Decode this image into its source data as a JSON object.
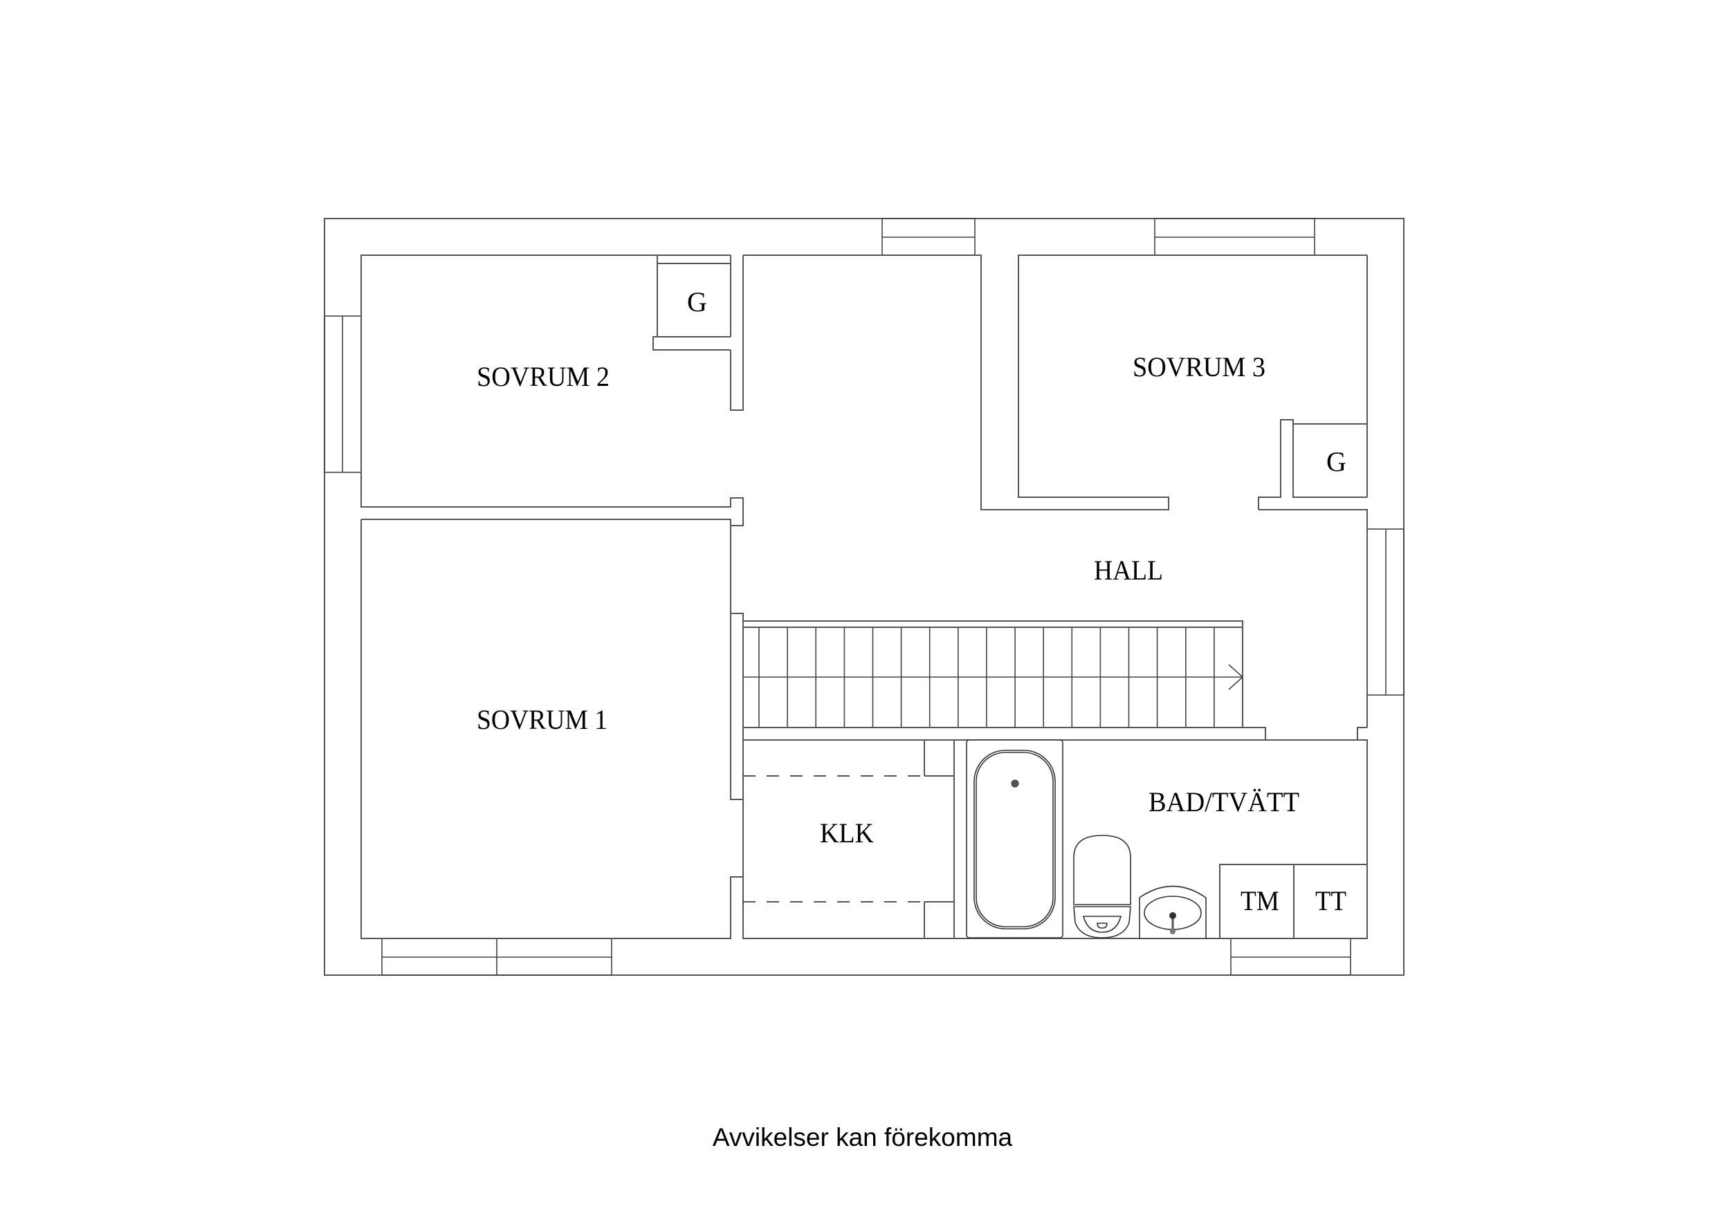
{
  "plan": {
    "rooms": [
      {
        "id": "sovrum2",
        "label": "SOVRUM 2"
      },
      {
        "id": "sovrum3",
        "label": "SOVRUM 3"
      },
      {
        "id": "sovrum1",
        "label": "SOVRUM 1"
      },
      {
        "id": "hall",
        "label": "HALL"
      },
      {
        "id": "klk",
        "label": "KLK"
      },
      {
        "id": "bad",
        "label": "BAD/TVÄTT"
      }
    ],
    "closets": [
      {
        "id": "closet-sovrum2",
        "label": "G"
      },
      {
        "id": "closet-sovrum3",
        "label": "G"
      }
    ],
    "appliances": [
      {
        "id": "washing-machine",
        "label": "TM"
      },
      {
        "id": "tumble-dryer",
        "label": "TT"
      }
    ],
    "stair_treads": 18,
    "fixtures": [
      "bathtub-icon",
      "toilet-icon",
      "sink-icon"
    ]
  },
  "footer": {
    "disclaimer": "Avvikelser kan förekomma"
  },
  "colors": {
    "line": "#555555",
    "text": "#000000",
    "background": "#ffffff"
  }
}
